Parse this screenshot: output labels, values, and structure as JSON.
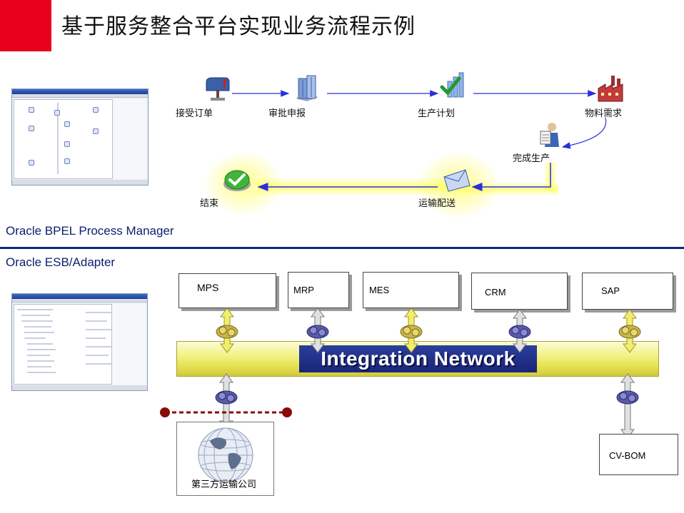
{
  "title": "基于服务整合平台实现业务流程示例",
  "bpel": {
    "steps": [
      "接受订单",
      "审批申报",
      "生产计划",
      "物料需求",
      "完成生产",
      "运输配送",
      "结束"
    ],
    "section_label": "Oracle BPEL Process Manager"
  },
  "esb": {
    "section_label": "Oracle ESB/Adapter",
    "systems": [
      "MPS",
      "MRP",
      "MES",
      "CRM",
      "SAP"
    ],
    "network_label": "Integration Network",
    "cvbom_label": "CV-BOM",
    "logistics_label": "第三方运输公司"
  },
  "colors": {
    "accent_red": "#e8001c",
    "navy": "#0f2a78",
    "flow_arrow": "#2b2ee0",
    "glow_yellow": "#fffb66",
    "network_yellow": "#eeea6a",
    "network_title_bg": "#1f2d8a",
    "dashed_red": "#8a0a0a"
  },
  "icons": [
    "mailbox-icon",
    "building-icon",
    "checkmark-chart-icon",
    "factory-icon",
    "worker-icon",
    "envelope-icon",
    "check-button-icon",
    "gear-connector-icon",
    "globe-icon"
  ]
}
